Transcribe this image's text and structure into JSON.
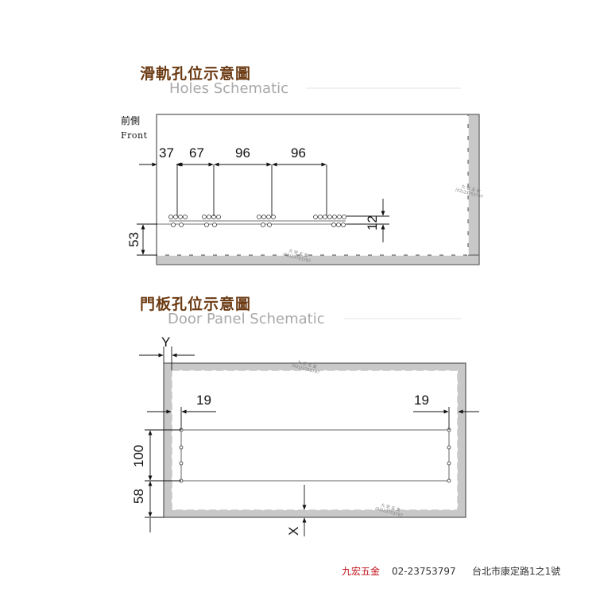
{
  "rail": {
    "title_zh": "滑軌孔位示意圖",
    "title_en": "Holes Schematic",
    "side_zh": "前側",
    "side_en": "Front",
    "dims": {
      "d37": "37",
      "d67": "67",
      "d96a": "96",
      "d96b": "96",
      "d12": "12",
      "d53": "53"
    }
  },
  "door": {
    "title_zh": "門板孔位示意圖",
    "title_en": "Door Panel Schematic",
    "dims": {
      "y": "Y",
      "x": "X",
      "left19": "19",
      "right19": "19",
      "d100": "100",
      "d58": "58"
    }
  },
  "watermark": {
    "name": "九 宏 五 金",
    "phone": "(02)23753797"
  },
  "footer": {
    "brand": "九宏五金",
    "phone": "02-23753797",
    "address": "台北市康定路1之1號"
  },
  "colors": {
    "title_brown": "#6b3a12",
    "subtitle_gray": "#a8a8a8",
    "panel_gray": "#c8c8c8",
    "brand_red": "#c0121a"
  }
}
